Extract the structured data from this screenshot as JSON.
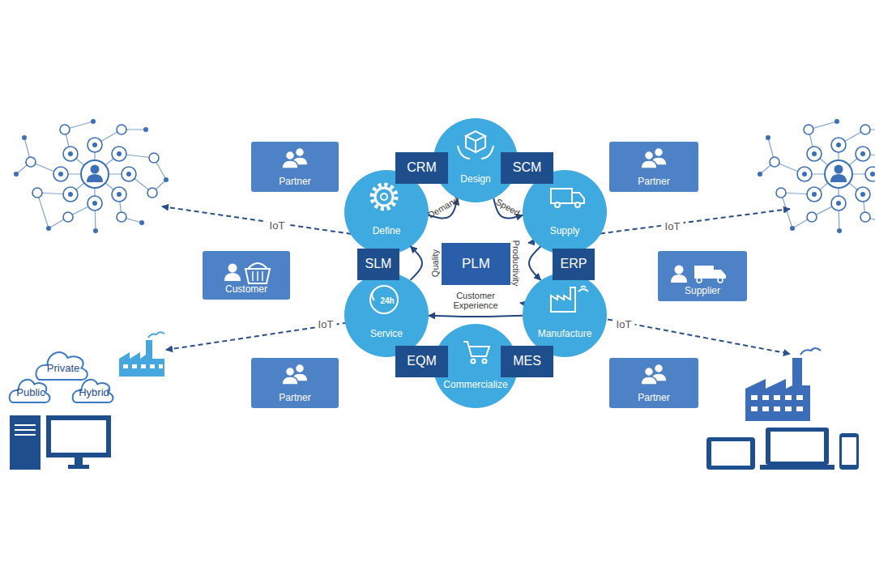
{
  "diagram": {
    "nodes": [
      {
        "text": [
          "Partner"
        ]
      },
      {
        "text": [
          "CRM"
        ]
      },
      {
        "text": [
          "Design"
        ]
      },
      {
        "text": [
          "SCM"
        ]
      },
      {
        "text": [
          "Partner"
        ]
      },
      {
        "text": [
          "Define"
        ]
      },
      {
        "text": [
          "Supply"
        ]
      },
      {
        "text": [
          "Customer"
        ]
      },
      {
        "text": [
          "SLM"
        ]
      },
      {
        "text": [
          "PLM"
        ]
      },
      {
        "text": [
          "ERP"
        ]
      },
      {
        "text": [
          "Supplier"
        ]
      },
      {
        "text": [
          "Service"
        ]
      },
      {
        "text": [
          "Manufacture"
        ]
      },
      {
        "text": [
          "Private",
          "Public",
          "Hybrid"
        ]
      },
      {
        "text": [
          "EQM"
        ]
      },
      {
        "text": [
          "Commercialize"
        ]
      },
      {
        "text": [
          "MES"
        ]
      },
      {
        "text": [
          "Partner"
        ]
      },
      {
        "text": [
          "Partner"
        ]
      }
    ],
    "edges": [
      {
        "from": 5,
        "to": 2,
        "label": "Demand",
        "arrow": "to"
      },
      {
        "from": 2,
        "to": 6,
        "label": "Speed",
        "arrow": "to"
      },
      {
        "from": 6,
        "to": 13,
        "label": "Productivity",
        "arrow": "to"
      },
      {
        "from": 13,
        "to": 12,
        "label": "Customer Experience",
        "arrow": "to"
      },
      {
        "from": 12,
        "to": 5,
        "label": "Quality",
        "arrow": "to"
      }
    ],
    "labels": [
      "IoT",
      "IoT",
      "IoT",
      "IoT",
      "24h"
    ]
  }
}
